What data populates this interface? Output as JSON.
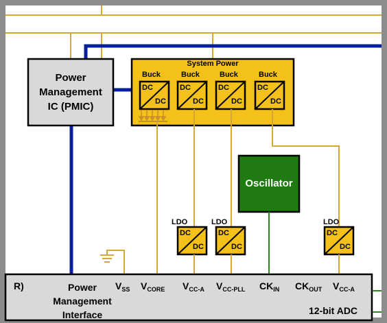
{
  "colors": {
    "gold_line": "#d6a737",
    "blue_bus": "#0a1f9c",
    "green_line": "#2a8a1a",
    "buck_fill": "#f3c11a",
    "pmic_fill": "#d9d9d9",
    "osc_fill": "#1f7a12",
    "frame": "#8c8c8c"
  },
  "pmic": {
    "label_line1": "Power",
    "label_line2": "Management",
    "label_line3": "IC (PMIC)"
  },
  "system_power": {
    "title": "System Power",
    "bucks": [
      {
        "label": "Buck",
        "in": "DC",
        "out": "DC"
      },
      {
        "label": "Buck",
        "in": "DC",
        "out": "DC"
      },
      {
        "label": "Buck",
        "in": "DC",
        "out": "DC"
      },
      {
        "label": "Buck",
        "in": "DC",
        "out": "DC"
      }
    ]
  },
  "oscillator": {
    "label": "Oscillator"
  },
  "ldos": [
    {
      "label": "LDO",
      "in": "DC",
      "out": "DC"
    },
    {
      "label": "LDO",
      "in": "DC",
      "out": "DC"
    },
    {
      "label": "LDO",
      "in": "DC",
      "out": "DC"
    }
  ],
  "bottom_block": {
    "left_fragment": "R)",
    "pmi_line1": "Power",
    "pmi_line2": "Management",
    "pmi_line3": "Interface",
    "pins": [
      {
        "main": "V",
        "sub": "SS"
      },
      {
        "main": "V",
        "sub": "CORE"
      },
      {
        "main": "V",
        "sub": "CC-A"
      },
      {
        "main": "V",
        "sub": "CC-PLL"
      },
      {
        "main": "CK",
        "sub": "IN"
      },
      {
        "main": "CK",
        "sub": "OUT"
      },
      {
        "main": "V",
        "sub": "CC-A"
      }
    ],
    "adc_label": "12-bit ADC"
  }
}
